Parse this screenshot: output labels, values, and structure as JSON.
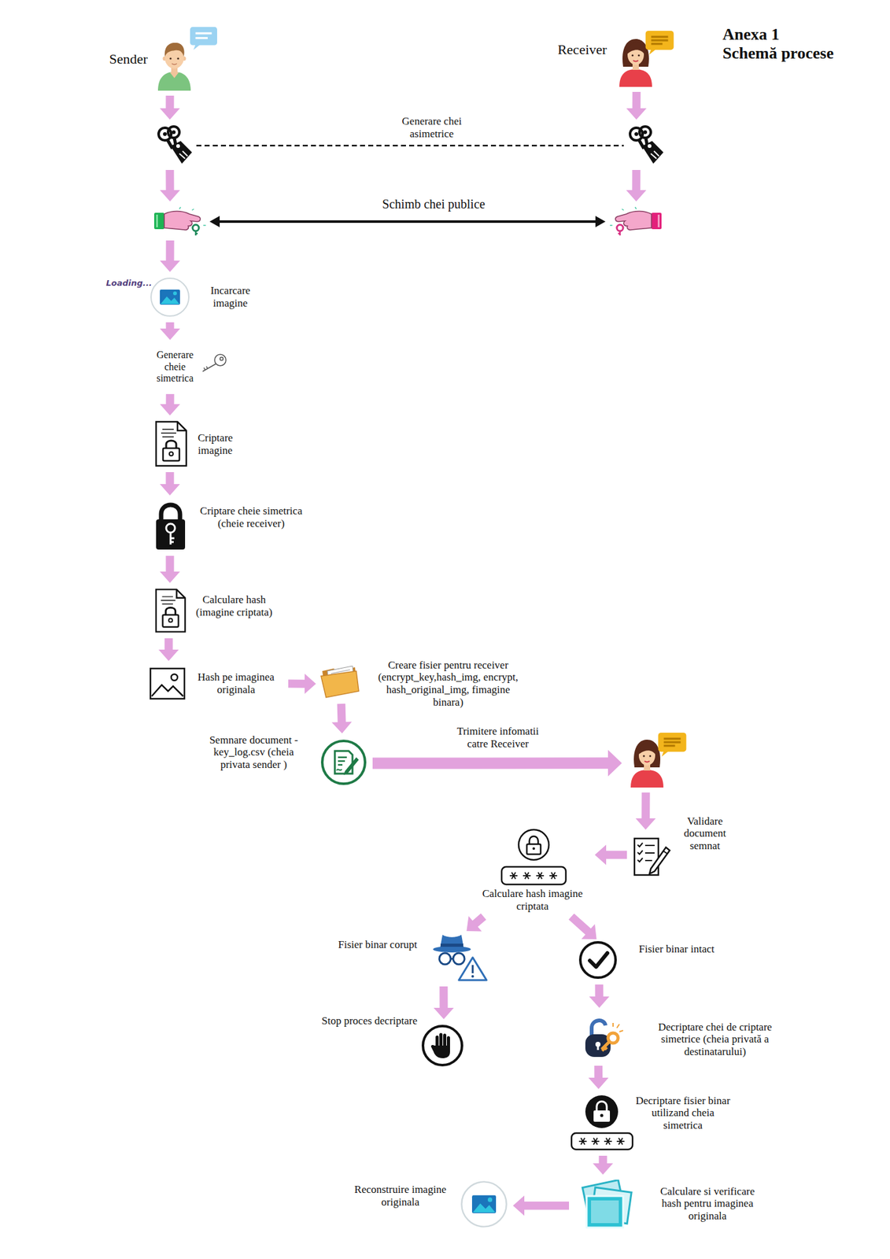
{
  "diagram": {
    "title": "Anexa 1 Schemă procese",
    "nodes": [
      {
        "text": [
          "Sender"
        ]
      },
      {
        "text": [
          "Receiver"
        ]
      },
      {
        "text": []
      },
      {
        "text": []
      },
      {
        "text": []
      },
      {
        "text": []
      },
      {
        "text": [
          "Incarcare imagine"
        ]
      },
      {
        "text": [
          "Generare cheie simetrica"
        ]
      },
      {
        "text": [
          "Criptare imagine"
        ]
      },
      {
        "text": [
          "Criptare cheie simetrica (cheie receiver)"
        ]
      },
      {
        "text": [
          "Calculare hash (imagine criptata)"
        ]
      },
      {
        "text": [
          "Hash pe imaginea originala"
        ]
      },
      {
        "text": [
          "Creare fisier pentru receiver (encrypt_key,hash_img, encrypt, hash_original_img, fimagine binara)"
        ]
      },
      {
        "text": [
          "Semnare document - key_log.csv (cheia privata sender )"
        ]
      },
      {
        "text": []
      },
      {
        "text": [
          "Validare document semnat"
        ]
      },
      {
        "text": [
          "Calculare hash imagine criptata"
        ]
      },
      {
        "text": [
          "Fisier binar corupt"
        ]
      },
      {
        "text": [
          "Fisier binar intact"
        ]
      },
      {
        "text": [
          "Stop proces decriptare"
        ]
      },
      {
        "text": [
          "Decriptare chei de criptare simetrice (cheia privată a destinatarului)"
        ]
      },
      {
        "text": [
          "Decriptare fisier binar utilizand cheia simetrica"
        ]
      },
      {
        "text": [
          "Calculare si verificare hash pentru imaginea originala"
        ]
      },
      {
        "text": [
          "Reconstruire imagine originala"
        ]
      }
    ],
    "edges": [
      {
        "from": 0,
        "to": 2,
        "arrow": "to"
      },
      {
        "from": 1,
        "to": 3,
        "arrow": "to"
      },
      {
        "from": 2,
        "to": 3,
        "label": "Generare chei asimetrice",
        "arrow": "none"
      },
      {
        "from": 2,
        "to": 4,
        "arrow": "to"
      },
      {
        "from": 3,
        "to": 5,
        "arrow": "to"
      },
      {
        "from": 4,
        "to": 5,
        "label": "Schimb chei publice",
        "arrow": "both"
      },
      {
        "from": 4,
        "to": 6,
        "arrow": "to"
      },
      {
        "from": 6,
        "to": 7,
        "arrow": "to"
      },
      {
        "from": 7,
        "to": 8,
        "arrow": "to"
      },
      {
        "from": 8,
        "to": 9,
        "arrow": "to"
      },
      {
        "from": 9,
        "to": 10,
        "arrow": "to"
      },
      {
        "from": 10,
        "to": 11,
        "arrow": "to"
      },
      {
        "from": 11,
        "to": 12,
        "arrow": "to"
      },
      {
        "from": 12,
        "to": 13,
        "arrow": "to"
      },
      {
        "from": 13,
        "to": 14,
        "label": "Trimitere infomatii catre Receiver",
        "arrow": "to"
      },
      {
        "from": 14,
        "to": 15,
        "arrow": "to"
      },
      {
        "from": 15,
        "to": 16,
        "arrow": "to"
      },
      {
        "from": 16,
        "to": 17,
        "arrow": "to"
      },
      {
        "from": 16,
        "to": 18,
        "arrow": "to"
      },
      {
        "from": 17,
        "to": 19,
        "arrow": "to"
      },
      {
        "from": 18,
        "to": 20,
        "arrow": "to"
      },
      {
        "from": 20,
        "to": 21,
        "arrow": "to"
      },
      {
        "from": 21,
        "to": 22,
        "arrow": "to"
      },
      {
        "from": 22,
        "to": 23,
        "arrow": "to"
      }
    ],
    "labels": [
      "Loading..."
    ]
  }
}
